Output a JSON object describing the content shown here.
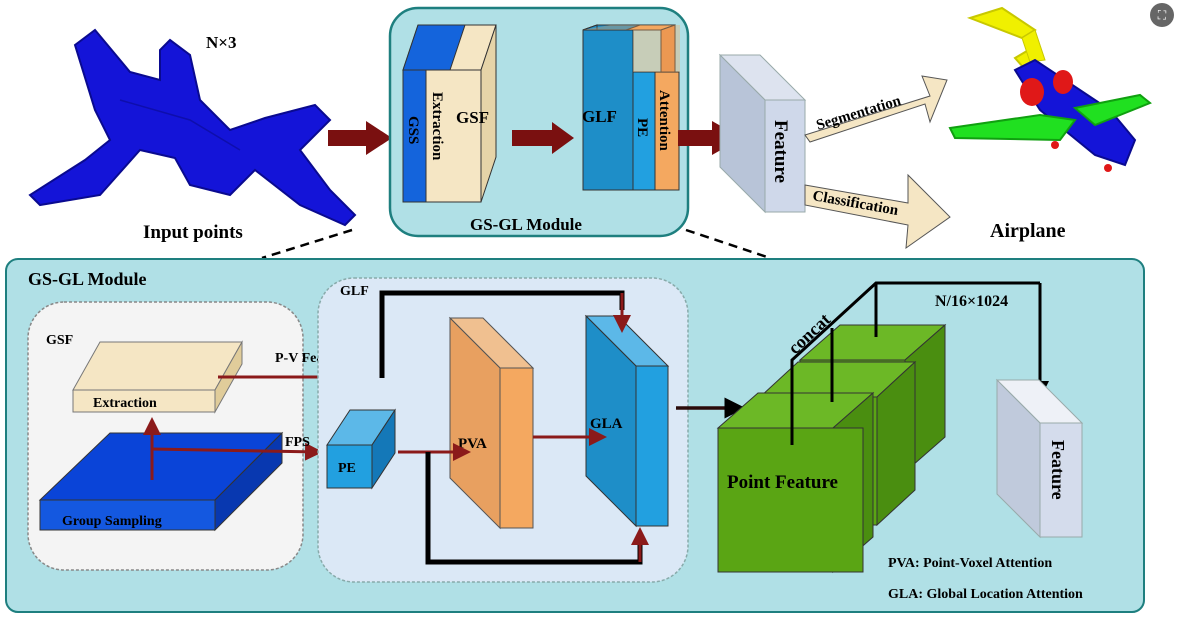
{
  "top": {
    "input_dims": "N×3",
    "input_caption": "Input points",
    "module_caption": "GS-GL Module",
    "gss_label": "GSS",
    "extraction_label": "Extraction",
    "gsf_label": "GSF",
    "glf_label": "GLF",
    "pe_label": "PE",
    "attention_label": "Attention",
    "feature_label": "Feature",
    "segmentation_label": "Segmentation",
    "classification_label": "Classification",
    "output_class": "Airplane"
  },
  "detail": {
    "title": "GS-GL Module",
    "gsf_label": "GSF",
    "extraction_label": "Extraction",
    "group_sampling_label": "Group Sampling",
    "pv_features_label": "P-V Features",
    "fps_label": "FPS",
    "glf_label": "GLF",
    "pe_label": "PE",
    "pva_label": "PVA",
    "gla_label": "GLA",
    "concat_label": "concat",
    "dims_label": "N/16×1024",
    "point_feature_label": "Point Feature",
    "feature_label": "Feature",
    "legend_pva": "PVA: Point-Voxel Attention",
    "legend_gla": "GLA: Global Location Attention"
  },
  "colors": {
    "teal_panel": "#b0e0e6",
    "arrow_dark_red": "#7a1010",
    "airplane_blue": "#1414d8",
    "gss_blue": "#1464dc",
    "beige": "#f5e6c4",
    "glf_blue": "#1e8ec8",
    "pe_light_blue": "#22a0e0",
    "orange": "#f4a860",
    "feature_gray": "#cfd8ea",
    "green": "#5aa514",
    "gsf_panel": "#f4f4f4",
    "glf_panel": "#dbe8f6",
    "seg_yellow": "#f0f000",
    "seg_green": "#20e020",
    "seg_red": "#e01818"
  },
  "icons": {
    "corner_button": "scan-icon"
  }
}
